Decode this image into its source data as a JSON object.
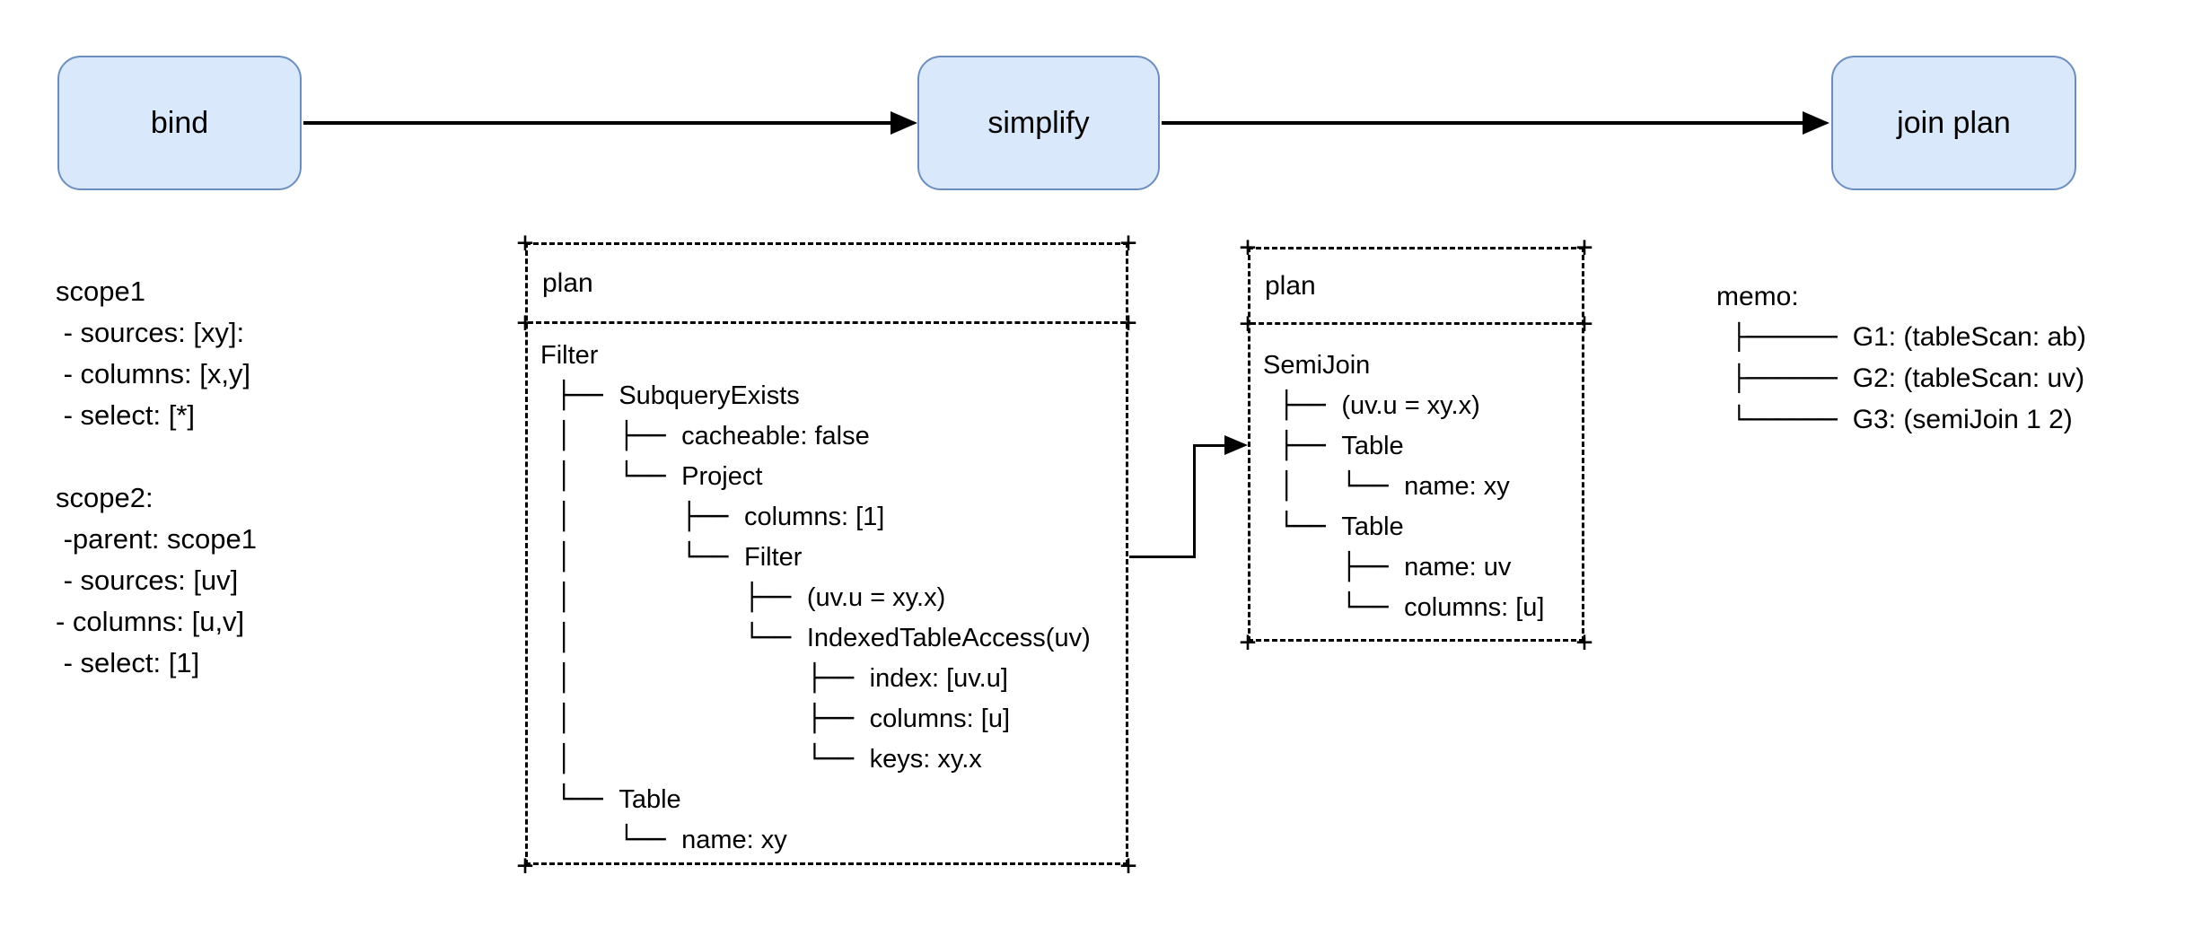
{
  "colors": {
    "node_fill": "#dae8fc",
    "node_border": "#6c8ebf",
    "arrow": "#000000"
  },
  "glyphs": {
    "corner_plus": "+"
  },
  "flow": {
    "nodes": [
      {
        "label": "bind"
      },
      {
        "label": "simplify"
      },
      {
        "label": "join plan"
      }
    ]
  },
  "scope_notes": {
    "lines": [
      "scope1",
      " - sources: [xy]:",
      " - columns: [x,y]",
      " - select: [*]",
      "",
      "scope2:",
      " -parent: scope1",
      " - sources: [uv]",
      "- columns: [u,v]",
      " - select: [1]"
    ]
  },
  "plan1": {
    "title": "plan",
    "rows": [
      {
        "prefix": "",
        "label": "Filter"
      },
      {
        "prefix": " ├── ",
        "label": "SubqueryExists"
      },
      {
        "prefix": " │   ├── ",
        "label": "cacheable: false"
      },
      {
        "prefix": " │   └── ",
        "label": "Project"
      },
      {
        "prefix": " │       ├── ",
        "label": "columns: [1]"
      },
      {
        "prefix": " │       └── ",
        "label": "Filter"
      },
      {
        "prefix": " │           ├── ",
        "label": "(uv.u = xy.x)"
      },
      {
        "prefix": " │           └── ",
        "label": "IndexedTableAccess(uv)"
      },
      {
        "prefix": " │               ├── ",
        "label": "index: [uv.u]"
      },
      {
        "prefix": " │               ├── ",
        "label": "columns: [u]"
      },
      {
        "prefix": " │               └── ",
        "label": "keys: xy.x"
      },
      {
        "prefix": " └── ",
        "label": "Table"
      },
      {
        "prefix": "     └── ",
        "label": "name: xy"
      }
    ]
  },
  "plan2": {
    "title": "plan",
    "rows": [
      {
        "prefix": "",
        "label": "SemiJoin"
      },
      {
        "prefix": " ├── ",
        "label": "(uv.u = xy.x)"
      },
      {
        "prefix": " ├── ",
        "label": "Table"
      },
      {
        "prefix": " │   └── ",
        "label": "name: xy"
      },
      {
        "prefix": " └── ",
        "label": "Table"
      },
      {
        "prefix": "     ├── ",
        "label": "name: uv"
      },
      {
        "prefix": "     └── ",
        "label": "columns: [u]"
      }
    ]
  },
  "memo": {
    "title": "memo:",
    "entries": [
      {
        "prefix": " ├────── ",
        "label": "G1: (tableScan: ab)"
      },
      {
        "prefix": " ├────── ",
        "label": "G2: (tableScan: uv)"
      },
      {
        "prefix": " └────── ",
        "label": "G3: (semiJoin 1 2)"
      }
    ]
  }
}
